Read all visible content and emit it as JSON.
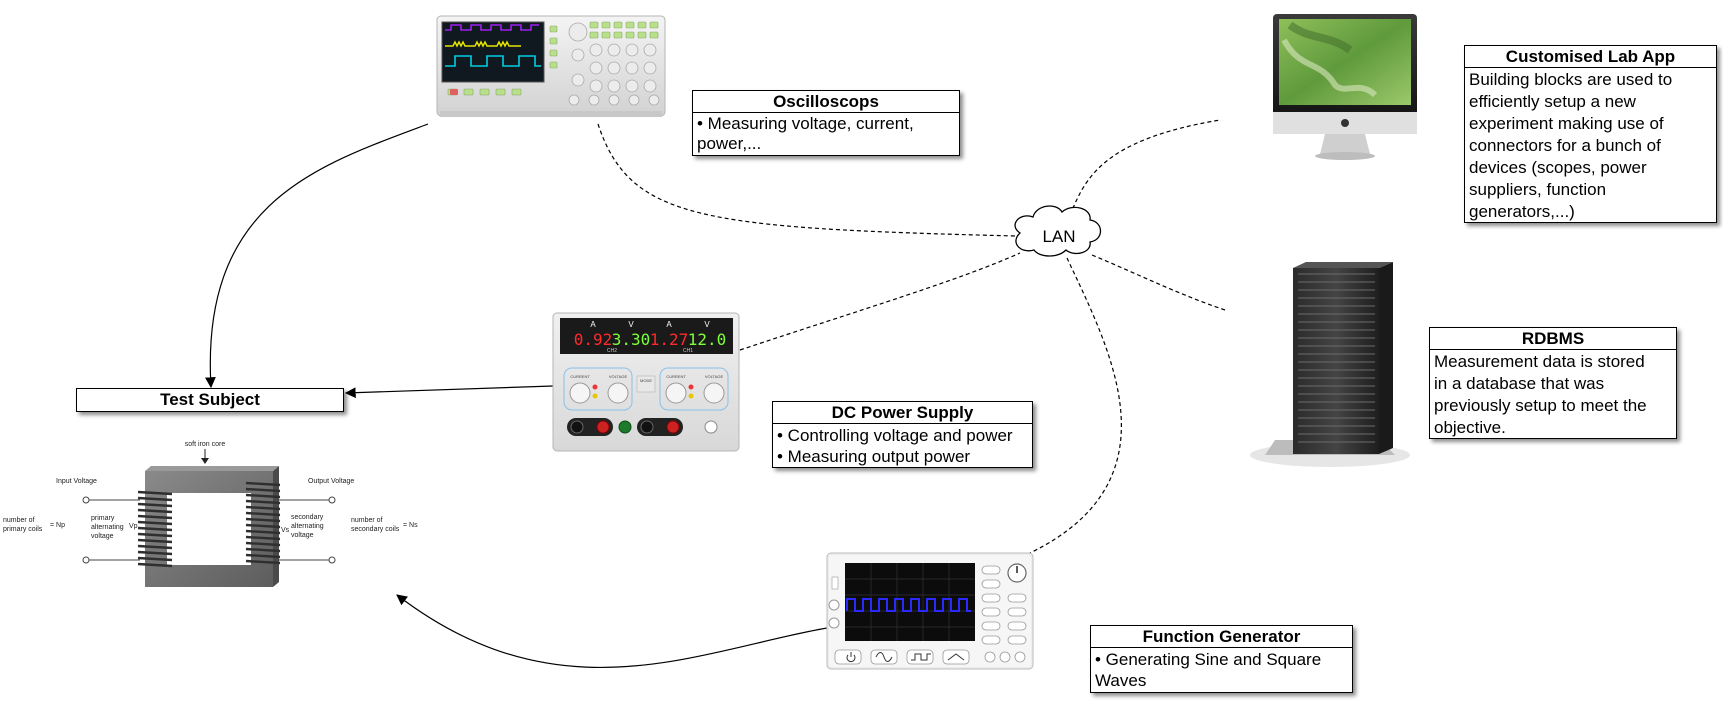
{
  "oscilloscope": {
    "title": "Oscilloscops",
    "lines": [
      "• Measuring voltage, current,",
      "power,..."
    ]
  },
  "dc_power_supply": {
    "title": "DC Power Supply",
    "lines": [
      "• Controlling voltage and power",
      "• Measuring output power"
    ],
    "displays": [
      "0.92",
      "3.30",
      "1.27",
      "12.0"
    ],
    "display_labels": [
      "A",
      "V",
      "A",
      "V"
    ],
    "channel_labels": [
      "CH2",
      "CH1"
    ],
    "knob_labels": [
      "CURRENT",
      "VOLTAGE",
      "CURRENT",
      "VOLTAGE"
    ],
    "mode_label": "MODE",
    "display_colors": [
      "#ff2a2a",
      "#7dff3a",
      "#ff2a2a",
      "#7dff3a"
    ]
  },
  "function_generator": {
    "title": "Function Generator",
    "lines": [
      "• Generating Sine and Square",
      "Waves"
    ]
  },
  "customised_lab_app": {
    "title": "Customised Lab App",
    "lines": [
      "Building blocks are used to",
      "efficiently setup a new",
      "experiment making use of",
      "connectors for a bunch of",
      "devices (scopes, power",
      "suppliers, function",
      "generators,...)"
    ]
  },
  "rdbms": {
    "title": "RDBMS",
    "lines": [
      "Measurement data is stored",
      "in a database that was",
      "previously setup to meet the",
      "objective."
    ]
  },
  "test_subject": {
    "title": "Test Subject",
    "transformer": {
      "soft_iron_core": "soft iron core",
      "input_voltage": "Input Voltage",
      "output_voltage": "Output Voltage",
      "primary_coils": [
        "number of",
        "primary coils"
      ],
      "np": "= Np",
      "primary_voltage": [
        "primary",
        "alternating",
        "voltage"
      ],
      "vp": "Vp",
      "vs": "Vs",
      "secondary_voltage": [
        "secondary",
        "alternating",
        "voltage"
      ],
      "secondary_coils": [
        "number of",
        "secondary coils"
      ],
      "ns": "= Ns"
    }
  },
  "lan": {
    "label": "LAN"
  },
  "colors": {
    "scope_wave_1": "#a020f0",
    "scope_wave_2": "#e6e600",
    "scope_wave_3": "#00cfe0",
    "fg_wave": "#2a2aff",
    "core": "#7a7a7a",
    "coil": "#2f2f2f",
    "button_green": "#b8e08a"
  }
}
